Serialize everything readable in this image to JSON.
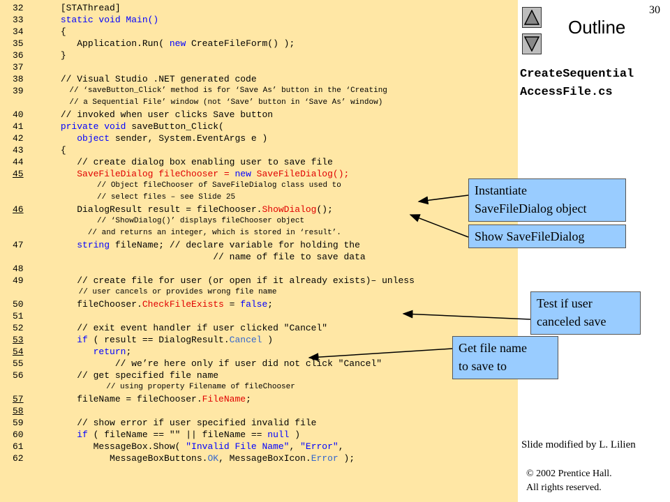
{
  "slide_number": "30",
  "outline_title": "Outline",
  "file_name_line1": "CreateSequential",
  "file_name_line2": "AccessFile.cs",
  "nav": {
    "up_icon": "up-triangle-icon",
    "down_icon": "down-triangle-icon"
  },
  "callouts": {
    "instantiate": [
      "Instantiate",
      "SaveFileDialog object"
    ],
    "show": "Show SaveFileDialog",
    "test": [
      "Test if user",
      "canceled save"
    ],
    "get": [
      "Get file name",
      "to save to"
    ]
  },
  "modified_by": "Slide modified by L. Lilien",
  "copyright": [
    "© 2002 Prentice Hall.",
    "All rights reserved."
  ],
  "colors": {
    "code_bg": "#FFE7A5",
    "callout_bg": "#99CCFF",
    "keyword": "#0000FF",
    "property": "#3366CC",
    "method": "#E00000"
  },
  "code": [
    {
      "n": "32",
      "s": "n",
      "i": "      ",
      "segs": [
        [
          "[STAThread]",
          ""
        ]
      ]
    },
    {
      "n": "33",
      "s": "n",
      "i": "      ",
      "segs": [
        [
          "static void Main()",
          "kw"
        ]
      ]
    },
    {
      "n": "34",
      "s": "n",
      "i": "      ",
      "segs": [
        [
          "{",
          ""
        ]
      ]
    },
    {
      "n": "35",
      "s": "n",
      "i": "         ",
      "segs": [
        [
          "Application.Run( ",
          ""
        ],
        [
          "new",
          "kw"
        ],
        [
          " CreateFileForm() );",
          ""
        ]
      ]
    },
    {
      "n": "36",
      "s": "n",
      "i": "      ",
      "segs": [
        [
          "}",
          ""
        ]
      ]
    },
    {
      "n": "37",
      "s": "n",
      "i": "",
      "segs": []
    },
    {
      "n": "38",
      "s": "n",
      "i": "      ",
      "segs": [
        [
          "// Visual Studio .NET generated code",
          ""
        ]
      ]
    },
    {
      "n": "39",
      "s": "s",
      "i": "         ",
      "segs": [
        [
          "// ‘saveButton_Click’ method is for ‘Save As’ button in the ‘Creating",
          ""
        ]
      ]
    },
    {
      "n": "",
      "s": "s",
      "i": "         ",
      "segs": [
        [
          "// a Sequential File’ window (not ‘Save’ button in ‘Save As’ window)",
          ""
        ]
      ]
    },
    {
      "n": "40",
      "s": "n",
      "i": "      ",
      "segs": [
        [
          "// invoked when user clicks Save button",
          ""
        ]
      ]
    },
    {
      "n": "41",
      "s": "n",
      "i": "      ",
      "segs": [
        [
          "private void",
          "kw"
        ],
        [
          " saveButton_Click(",
          ""
        ]
      ]
    },
    {
      "n": "42",
      "s": "n",
      "i": "         ",
      "segs": [
        [
          "object",
          "kw"
        ],
        [
          " sender, System.EventArgs e )",
          ""
        ]
      ]
    },
    {
      "n": "43",
      "s": "n",
      "i": "      ",
      "segs": [
        [
          "{",
          ""
        ]
      ]
    },
    {
      "n": "44",
      "s": "n",
      "i": "         ",
      "segs": [
        [
          "// create dialog box enabling user to save file",
          ""
        ]
      ]
    },
    {
      "n": "45",
      "s": "n",
      "u": true,
      "i": "         ",
      "segs": [
        [
          "SaveFileDialog fileChooser = ",
          "red"
        ],
        [
          "new",
          "kw"
        ],
        [
          " SaveFileDialog();",
          "red"
        ]
      ]
    },
    {
      "n": "",
      "s": "s",
      "i": "               ",
      "segs": [
        [
          "// Object fileChooser of SaveFileDialog class used to",
          ""
        ]
      ]
    },
    {
      "n": "",
      "s": "s",
      "i": "               ",
      "segs": [
        [
          "// select files – see Slide 25",
          ""
        ]
      ]
    },
    {
      "n": "46",
      "s": "n",
      "u": true,
      "i": "         ",
      "segs": [
        [
          "DialogResult result = fileChooser.",
          ""
        ],
        [
          "ShowDialog",
          "red"
        ],
        [
          "();",
          ""
        ]
      ]
    },
    {
      "n": "",
      "s": "s",
      "i": "               ",
      "segs": [
        [
          "// ‘ShowDialog()’ displays fileChooser object",
          ""
        ]
      ]
    },
    {
      "n": "",
      "s": "s",
      "i": "             ",
      "segs": [
        [
          "// and returns an integer, which is stored in ‘result’.",
          ""
        ]
      ]
    },
    {
      "n": "47",
      "s": "n",
      "i": "         ",
      "segs": [
        [
          "string",
          "kw"
        ],
        [
          " fileName; // ",
          ""
        ],
        [
          "declare variable for holding the",
          ""
        ]
      ]
    },
    {
      "n": "",
      "s": "n",
      "i": "                                  ",
      "segs": [
        [
          "// name of file to save data",
          ""
        ]
      ]
    },
    {
      "n": "48",
      "s": "n",
      "i": "",
      "segs": []
    },
    {
      "n": "49",
      "s": "n",
      "i": "         ",
      "segs": [
        [
          "// create file for user (or open if it already exists)– unless",
          ""
        ]
      ]
    },
    {
      "n": "",
      "s": "s",
      "i": "           ",
      "segs": [
        [
          "// user cancels or provides wrong file name",
          ""
        ]
      ]
    },
    {
      "n": "50",
      "s": "n",
      "i": "         ",
      "segs": [
        [
          "fileChooser.",
          ""
        ],
        [
          "CheckFileExists",
          "red"
        ],
        [
          " = ",
          ""
        ],
        [
          "false",
          "kw"
        ],
        [
          ";",
          ""
        ]
      ]
    },
    {
      "n": "51",
      "s": "n",
      "i": "",
      "segs": []
    },
    {
      "n": "52",
      "s": "n",
      "i": "         ",
      "segs": [
        [
          "// exit event handler if user clicked \"Cancel\"",
          ""
        ]
      ]
    },
    {
      "n": "53",
      "s": "n",
      "u": true,
      "i": "         ",
      "segs": [
        [
          "if",
          "kw"
        ],
        [
          " ( result == DialogResult.",
          ""
        ],
        [
          "Cancel",
          "cyan"
        ],
        [
          " )",
          ""
        ]
      ]
    },
    {
      "n": "54",
      "s": "n",
      "u": true,
      "i": "            ",
      "segs": [
        [
          "return",
          "kw"
        ],
        [
          ";",
          ""
        ]
      ]
    },
    {
      "n": "55",
      "s": "n",
      "i": "                ",
      "segs": [
        [
          "// we’re here only if user did not click \"Cancel\"",
          ""
        ]
      ]
    },
    {
      "n": "56",
      "s": "n",
      "i": "         ",
      "segs": [
        [
          "// get specified file name",
          ""
        ]
      ]
    },
    {
      "n": "",
      "s": "s",
      "i": "                 ",
      "segs": [
        [
          "// using property Filename of fileChooser",
          ""
        ]
      ]
    },
    {
      "n": "57",
      "s": "n",
      "u": true,
      "i": "         ",
      "segs": [
        [
          "fileName = fileChooser.",
          ""
        ],
        [
          "FileName",
          "red"
        ],
        [
          ";",
          ""
        ]
      ]
    },
    {
      "n": "58",
      "s": "n",
      "u": true,
      "i": "",
      "segs": []
    },
    {
      "n": "59",
      "s": "n",
      "i": "         ",
      "segs": [
        [
          "// show error if user specified invalid file",
          ""
        ]
      ]
    },
    {
      "n": "60",
      "s": "n",
      "i": "         ",
      "segs": [
        [
          "if",
          "kw"
        ],
        [
          " ( fileName == \"\" || fileName == ",
          ""
        ],
        [
          "null",
          "kw"
        ],
        [
          " )",
          ""
        ]
      ]
    },
    {
      "n": "61",
      "s": "n",
      "i": "            ",
      "segs": [
        [
          "MessageBox.Show( ",
          ""
        ],
        [
          "\"Invalid File Name\"",
          "kw"
        ],
        [
          ", ",
          ""
        ],
        [
          "\"Error\"",
          "kw"
        ],
        [
          ",",
          ""
        ]
      ]
    },
    {
      "n": "62",
      "s": "n",
      "i": "               ",
      "segs": [
        [
          "MessageBoxButtons.",
          ""
        ],
        [
          "OK",
          "cyan"
        ],
        [
          ", MessageBoxIcon.",
          ""
        ],
        [
          "Error",
          "cyan"
        ],
        [
          " );",
          ""
        ]
      ]
    }
  ]
}
